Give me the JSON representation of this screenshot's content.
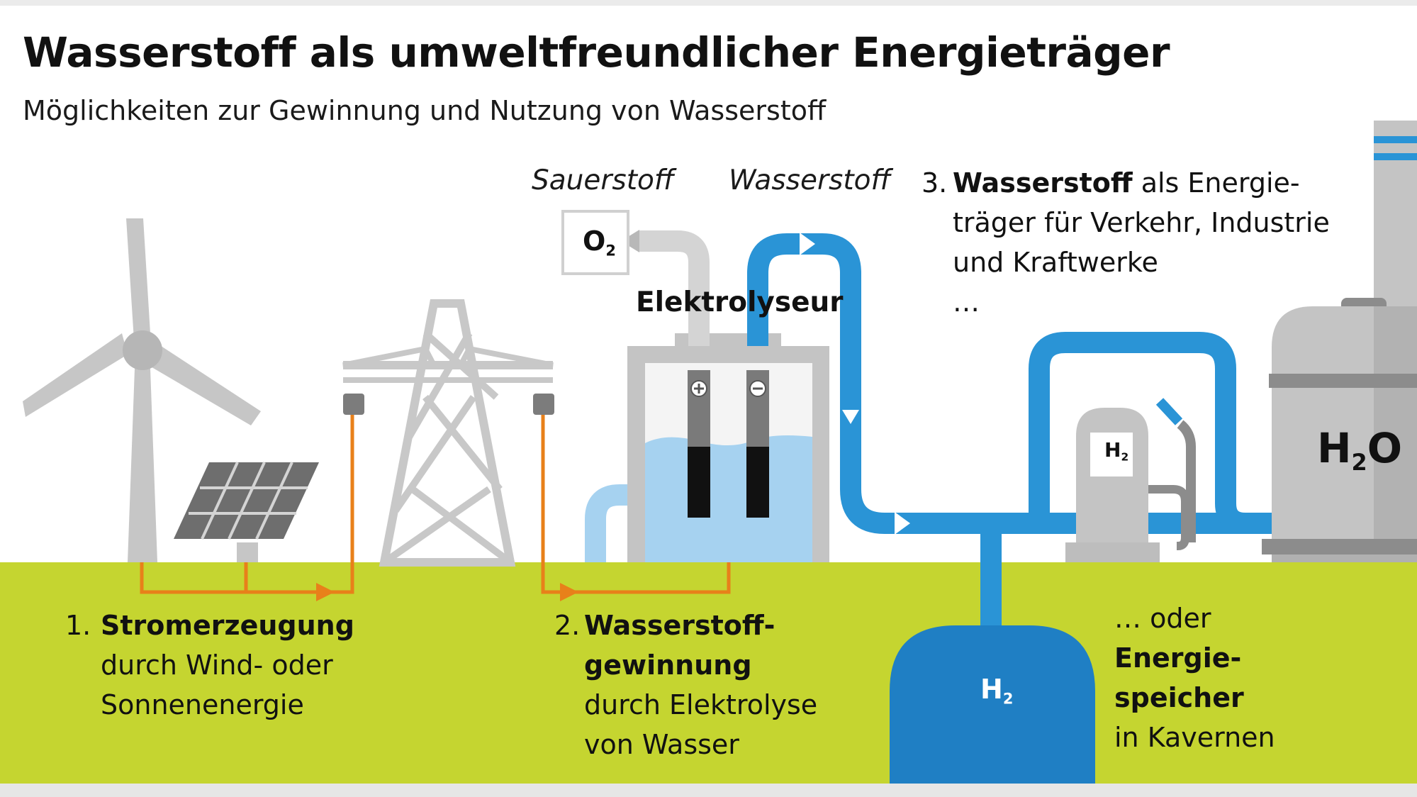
{
  "header": {
    "title": "Wasserstoff als umweltfreundlicher Energieträger",
    "subtitle": "Möglichkeiten zur Gewinnung und Nutzung von Wasserstoff"
  },
  "labels": {
    "sauerstoff": "Sauerstoff",
    "wasserstoff": "Wasserstoff",
    "elektrolyseur": "Elektrolyseur",
    "o2_main": "O",
    "o2_sub": "2",
    "h2_tank_main": "H",
    "h2_tank_sub": "2",
    "h2_pump_main": "H",
    "h2_pump_sub": "2",
    "h2o_a": "H",
    "h2o_sub": "2",
    "h2o_b": "O"
  },
  "steps": {
    "step1": {
      "num": "1.",
      "bold": "Stromerzeugung",
      "line2": "durch Wind- oder",
      "line3": "Sonnenenergie"
    },
    "step2": {
      "num": "2.",
      "bold1": "Wasserstoff-",
      "bold2": "gewinnung",
      "line3": "durch Elektrolyse",
      "line4": "von Wasser"
    },
    "step3": {
      "num": "3.",
      "bold": "Wasserstoff",
      "line1_rest": " als Energie-",
      "line2": "träger für Verkehr, Industrie",
      "line3": "und Kraftwerke",
      "line4": "…"
    },
    "step4": {
      "line1": "… oder",
      "bold1": "Energie-",
      "bold2": "speicher",
      "line4": "in Kavernen"
    }
  },
  "colors": {
    "ground": "#c5d530",
    "pipe_blue": "#2a94d6",
    "tank_blue": "#1f7fc4",
    "wire_orange": "#e8801a",
    "structure_gray": "#c4c4c4",
    "water": "#a6d2f0"
  }
}
